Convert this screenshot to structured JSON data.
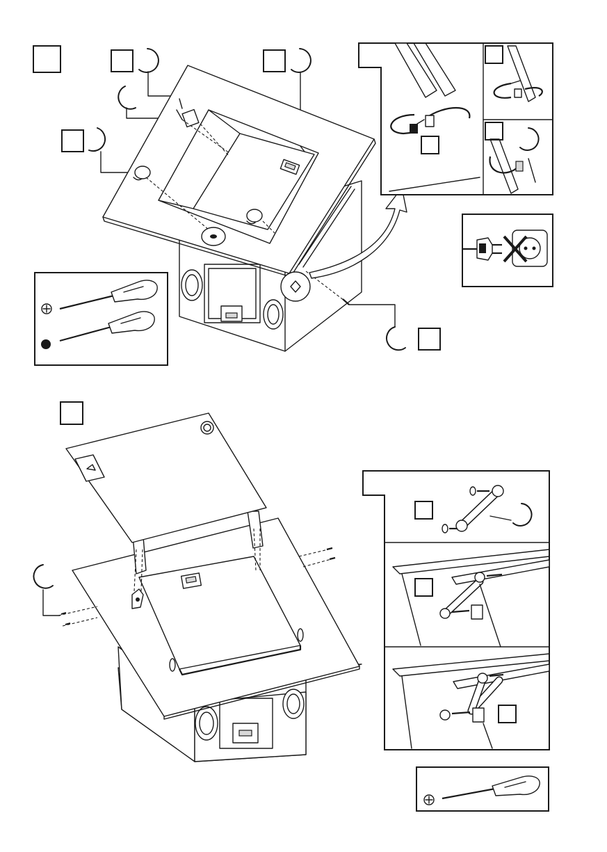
{
  "figure": {
    "kind": "assembly-instructions",
    "colors": {
      "ink": "#1a1a1a",
      "paper": "#ffffff",
      "shade": "#d8d8d8"
    },
    "icons": [
      "phillips-screwdriver-icon",
      "torx-screwdriver-icon",
      "unplug-power-icon",
      "curved-arrow-icon",
      "rotate-arrow-icon"
    ],
    "step_box_count": 12,
    "callout_circle_count": 9
  }
}
